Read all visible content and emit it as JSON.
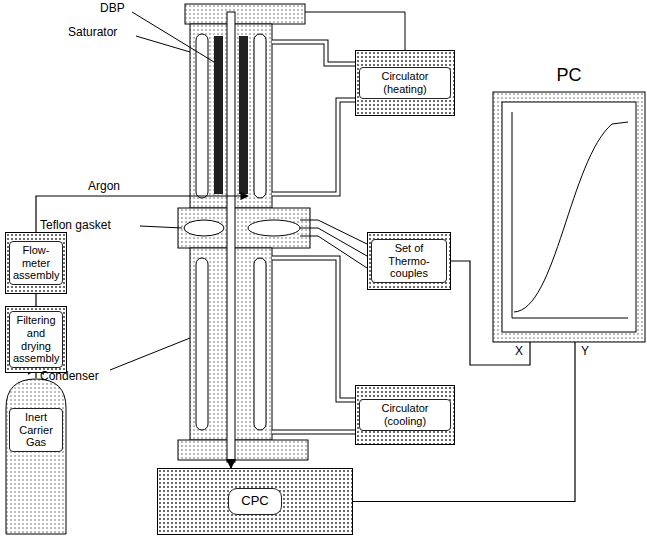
{
  "diagram": {
    "nodes": [
      {
        "text": [
          "Circulator (heating)"
        ]
      },
      {
        "text": [
          "PC"
        ]
      },
      {
        "text": [
          "Flow- meter assembly"
        ]
      },
      {
        "text": [
          "Set of Thermo- couples"
        ]
      },
      {
        "text": [
          "Filtering and drying assembly"
        ]
      },
      {
        "text": [
          "Inert Carrier Gas"
        ]
      },
      {
        "text": [
          "Circulator (cooling)"
        ]
      },
      {
        "text": [
          "CPC"
        ]
      }
    ],
    "edges": [
      {
        "from": 5,
        "to": 4,
        "arrow": "none"
      },
      {
        "from": 4,
        "to": 2,
        "arrow": "none"
      },
      {
        "from": 3,
        "to": 1,
        "arrow": "none"
      },
      {
        "from": 7,
        "to": 1,
        "arrow": "none"
      }
    ],
    "labels": [
      "DBP",
      "Saturator",
      "Argon",
      "Teflon gasket",
      "Condenser",
      "X",
      "Y"
    ]
  }
}
